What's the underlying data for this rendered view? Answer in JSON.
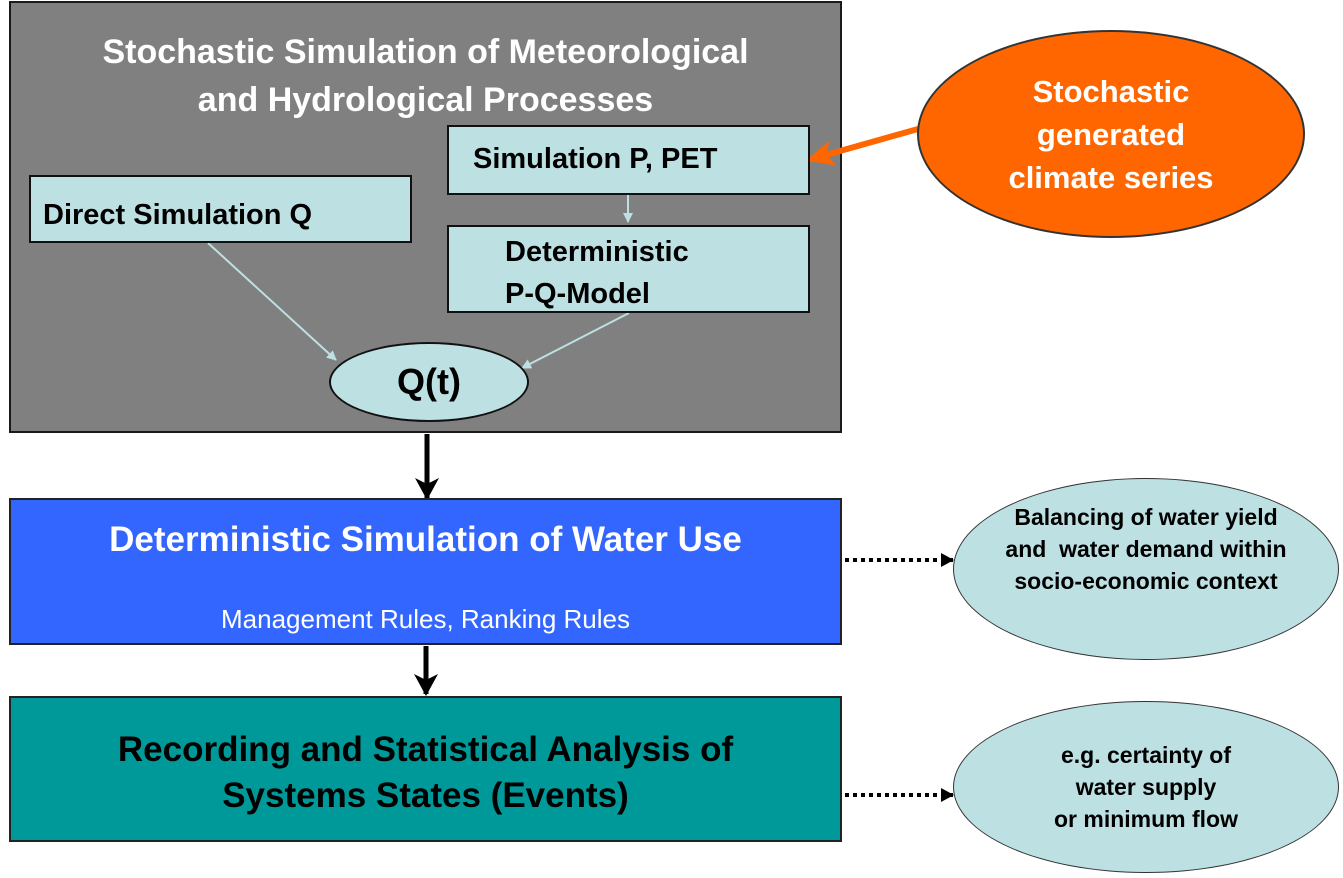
{
  "top_panel": {
    "title_lines": [
      "Stochastic Simulation of Meteorological",
      "and Hydrological Processes"
    ],
    "boxes": {
      "simulation_p": "Simulation P, PET",
      "direct_simulation": "Direct Simulation Q",
      "deterministic_lines": [
        "Deterministic",
        "P-Q-Model"
      ]
    },
    "output_node": "Q(t)"
  },
  "climate_node": {
    "lines": [
      "Stochastic",
      "generated",
      "climate series"
    ]
  },
  "water_use": {
    "title": "Deterministic Simulation of Water Use",
    "subtitle": "Management Rules, Ranking Rules"
  },
  "recording": {
    "title_lines": [
      "Recording and Statistical Analysis of",
      "Systems States (Events)"
    ]
  },
  "balancing_node": {
    "lines": [
      "Balancing of water yield",
      "and  water demand within",
      "socio-economic context"
    ]
  },
  "example_node": {
    "lines": [
      "e.g. certainty of",
      "water supply",
      "or minimum flow"
    ]
  },
  "colors": {
    "panel_gray": "#808080",
    "light_cyan": "#bde0e3",
    "orange": "#ff6600",
    "blue": "#3366ff",
    "teal": "#009999"
  }
}
